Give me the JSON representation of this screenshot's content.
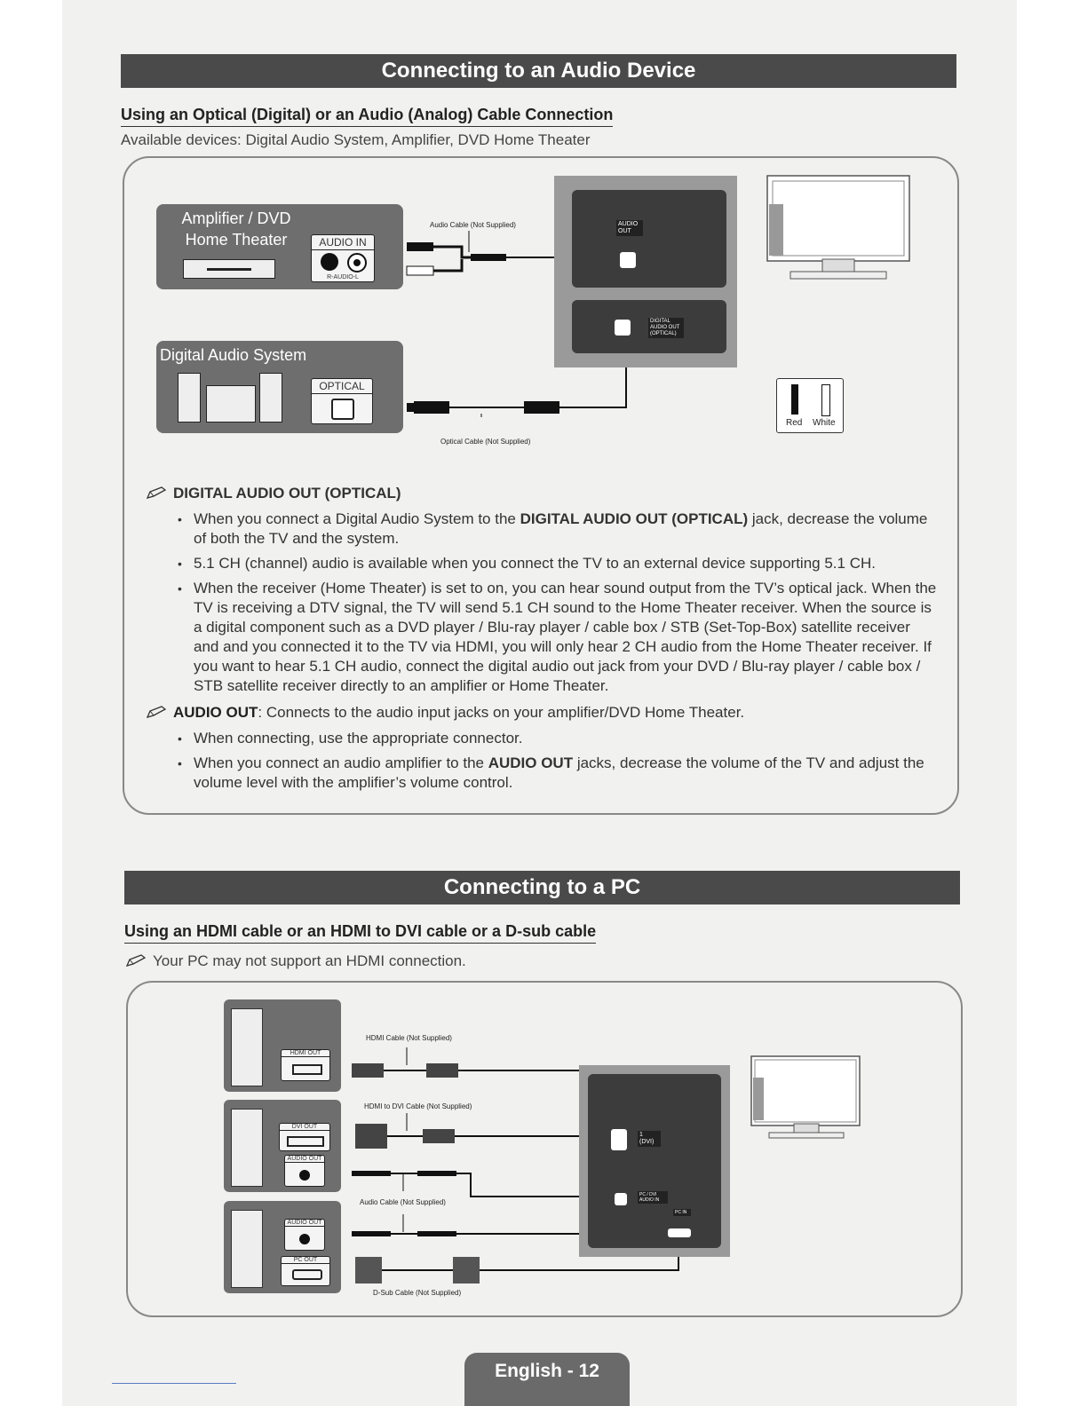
{
  "section1": {
    "title": "Connecting to an Audio Device",
    "subtitle": "Using an Optical (Digital) or an Audio (Analog) Cable Connection",
    "available": "Available devices: Digital Audio System, Amplifier, DVD Home Theater",
    "amp_title": "Amplifier / DVD Home Theater",
    "audio_in": "AUDIO IN",
    "r_audio_l": "R-AUDIO-L",
    "audio_cable": "Audio Cable (Not Supplied)",
    "tv_audio_out": "AUDIO OUT",
    "tv_digital_out": "DIGITAL AUDIO OUT (OPTICAL)",
    "das_title": "Digital Audio System",
    "optical": "OPTICAL",
    "optical_cable": "Optical Cable (Not Supplied)",
    "legend_red": "Red",
    "legend_white": "White",
    "note1_title": "DIGITAL AUDIO OUT (OPTICAL)",
    "note1_bullets": [
      {
        "pre": "When you connect a Digital Audio System to the ",
        "bold": "DIGITAL AUDIO OUT (OPTICAL)",
        "post": " jack, decrease the volume of both the TV and the system."
      },
      {
        "pre": "5.1 CH (channel) audio is available when you connect the TV to an external device supporting 5.1 CH.",
        "bold": "",
        "post": ""
      },
      {
        "pre": "When the receiver (Home Theater) is set to on, you can hear sound output from the TV’s optical jack. When the TV is receiving a DTV signal, the TV will send 5.1 CH sound to the Home Theater receiver. When the source is a digital component such as a DVD player / Blu-ray player / cable box / STB (Set-Top-Box) satellite receiver and and you connected it to the TV via HDMI, you will only hear 2 CH audio from the Home Theater receiver. If you want to hear 5.1 CH audio, connect the digital audio out jack from your DVD / Blu-ray player / cable box / STB satellite receiver directly to an amplifier or Home Theater.",
        "bold": "",
        "post": ""
      }
    ],
    "note2_title": "AUDIO OUT",
    "note2_text": ": Connects to the audio input jacks on your amplifier/DVD Home Theater.",
    "note2_bullets": [
      {
        "pre": "When connecting, use the appropriate connector.",
        "bold": "",
        "post": ""
      },
      {
        "pre": "When you connect an audio amplifier to the ",
        "bold": "AUDIO OUT",
        "post": " jacks, decrease the volume of the TV and adjust the volume level with the amplifier’s volume control."
      }
    ]
  },
  "section2": {
    "title": "Connecting to a PC",
    "subtitle": "Using an HDMI cable or an HDMI to DVI cable or a D-sub cable",
    "note": "Your PC may not support an HDMI connection.",
    "hdmi_out": "HDMI OUT",
    "dvi_out": "DVI OUT",
    "audio_out": "AUDIO OUT",
    "audio_out2": "AUDIO OUT",
    "pc_out": "PC OUT",
    "hdmi_cable": "HDMI Cable (Not Supplied)",
    "hdmi_dvi_cable": "HDMI to DVI Cable (Not Supplied)",
    "audio_cable": "Audio Cable (Not Supplied)",
    "dsub_cable": "D-Sub Cable (Not Supplied)",
    "tv_hdmi": "1 (DVI)",
    "tv_pcdvi": "PC / DVI AUDIO IN",
    "tv_pcin": "PC IN"
  },
  "footer": "English - 12"
}
